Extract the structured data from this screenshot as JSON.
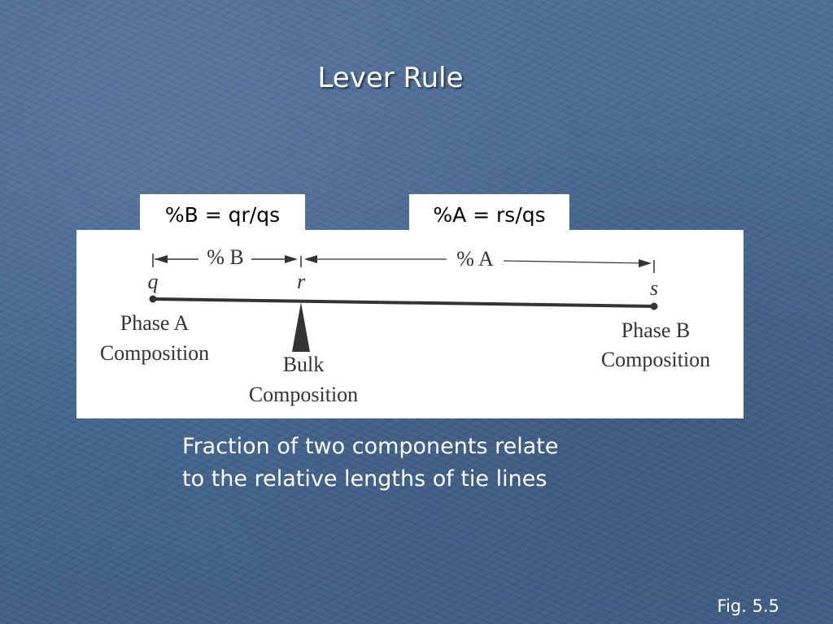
{
  "slide": {
    "title": "Lever Rule",
    "formula_b": "%B = qr/qs",
    "formula_a": "%A = rs/qs",
    "caption_line1": "Fraction of two components relate",
    "caption_line2": "to the relative lengths of tie lines",
    "figure_ref": "Fig. 5.5"
  },
  "figure": {
    "pct_b_label": "% B",
    "pct_a_label": "% A",
    "point_q": "q",
    "point_r": "r",
    "point_s": "s",
    "phase_a_line1": "Phase A",
    "phase_a_line2": "Composition",
    "bulk_line1": "Bulk",
    "bulk_line2": "Composition",
    "phase_b_line1": "Phase B",
    "phase_b_line2": "Composition"
  },
  "colors": {
    "background": "#45668f",
    "text": "#ffffff",
    "panel": "#ffffff",
    "diagram_ink": "#333333"
  }
}
